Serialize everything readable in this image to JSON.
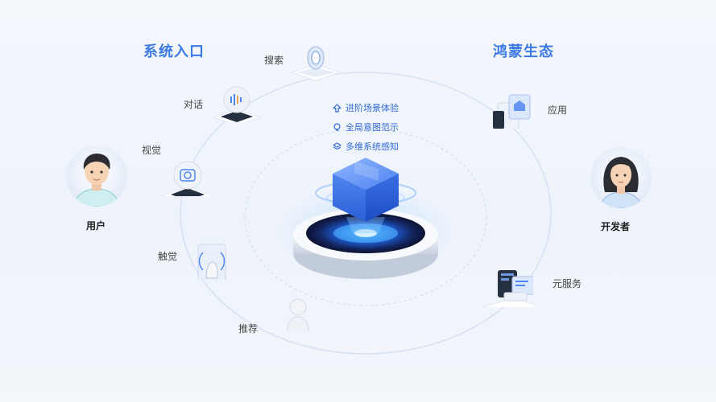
{
  "sections": {
    "left_title": "系统入口",
    "right_title": "鸿蒙生态"
  },
  "entries": {
    "search": "搜索",
    "dialog": "对话",
    "vision": "视觉",
    "touch": "触觉",
    "recommend": "推荐"
  },
  "ecosystem": {
    "app": "应用",
    "meta_service": "元服务"
  },
  "people": {
    "user": "用户",
    "developer": "开发者"
  },
  "features": [
    {
      "icon": "arrow-up-icon",
      "text": "进阶场景体验"
    },
    {
      "icon": "bulb-icon",
      "text": "全局意图范示"
    },
    {
      "icon": "layers-icon",
      "text": "多维系统感知"
    }
  ],
  "colors": {
    "accent": "#3d7ae6",
    "ring": "#cfdcf2",
    "cube": "#4f86f0"
  }
}
